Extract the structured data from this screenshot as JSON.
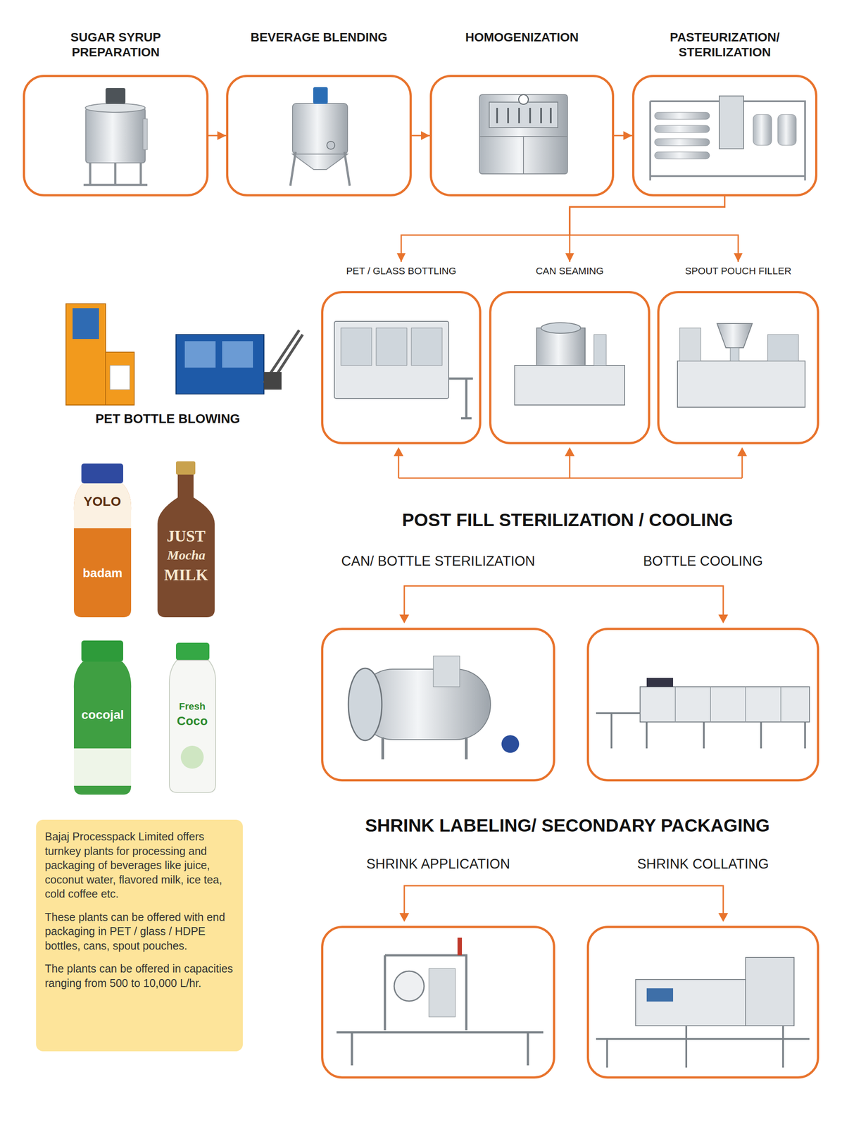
{
  "diagram": {
    "nodes": [
      {
        "text": [
          "SUGAR SYRUP PREPARATION"
        ]
      },
      {
        "text": [
          "BEVERAGE BLENDING"
        ]
      },
      {
        "text": [
          "HOMOGENIZATION"
        ]
      },
      {
        "text": [
          "PASTEURIZATION/ STERILIZATION"
        ]
      },
      {
        "text": [
          "PET / GLASS BOTTLING"
        ]
      },
      {
        "text": [
          "CAN SEAMING"
        ]
      },
      {
        "text": [
          "SPOUT POUCH FILLER"
        ]
      },
      {
        "text": [
          "CAN/ BOTTLE STERILIZATION"
        ]
      },
      {
        "text": [
          "BOTTLE COOLING"
        ]
      },
      {
        "text": [
          "SHRINK APPLICATION"
        ]
      },
      {
        "text": [
          "SHRINK COLLATING"
        ]
      },
      {
        "text": [
          "Bajaj Processpack Limited offers turnkey plants for processing and packaging of beverages like juice, coconut water, flavored milk, ice tea, cold coffee etc.",
          "These plants can be offered with end packaging in PET / glass / HDPE bottles, cans, spout pouches.",
          "The plants can be offered in capacities ranging from 500 to 10,000 L/hr."
        ]
      }
    ],
    "edges": [
      {
        "from": 0,
        "to": 1,
        "arrow": "to"
      },
      {
        "from": 1,
        "to": 2,
        "arrow": "to"
      },
      {
        "from": 2,
        "to": 3,
        "arrow": "to"
      },
      {
        "from": 3,
        "to": 4,
        "arrow": "to"
      },
      {
        "from": 3,
        "to": 5,
        "arrow": "to"
      },
      {
        "from": 3,
        "to": 6,
        "arrow": "to"
      }
    ],
    "labels": [
      "PET BOTTLE BLOWING",
      "POST FILL STERILIZATION / COOLING",
      "SHRINK LABELING/ SECONDARY PACKAGING",
      "YOLO",
      "badam",
      "JUST",
      "Mocha",
      "MILK",
      "cocojal",
      "Fresh",
      "Coco"
    ]
  }
}
